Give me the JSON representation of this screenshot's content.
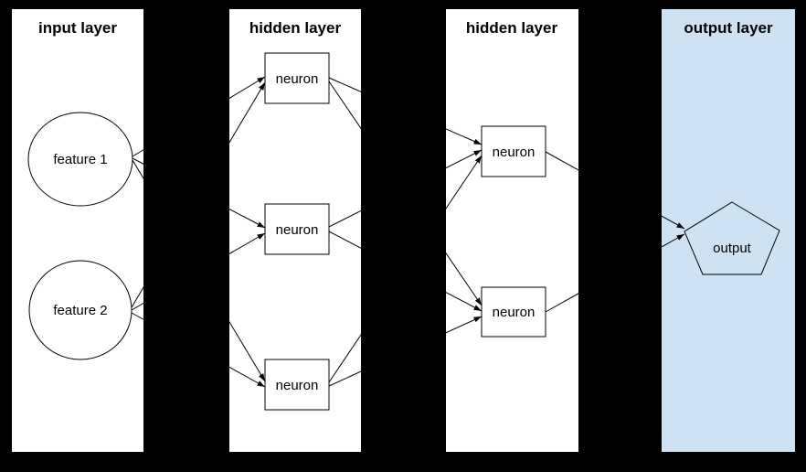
{
  "diagram": {
    "type": "neural-network",
    "colors": {
      "background": "#000000",
      "panel_default": "#ffffff",
      "panel_output": "#cfe2f3",
      "stroke": "#000000"
    },
    "layers": [
      {
        "title": "input layer",
        "bg": "#ffffff",
        "nodes": [
          {
            "id": "feature-1",
            "shape": "circle",
            "label": "feature 1"
          },
          {
            "id": "feature-2",
            "shape": "circle",
            "label": "feature 2"
          }
        ]
      },
      {
        "title": "hidden layer",
        "bg": "#ffffff",
        "nodes": [
          {
            "id": "h1-neuron-1",
            "shape": "rect",
            "label": "neuron"
          },
          {
            "id": "h1-neuron-2",
            "shape": "rect",
            "label": "neuron"
          },
          {
            "id": "h1-neuron-3",
            "shape": "rect",
            "label": "neuron"
          }
        ]
      },
      {
        "title": "hidden layer",
        "bg": "#ffffff",
        "nodes": [
          {
            "id": "h2-neuron-1",
            "shape": "rect",
            "label": "neuron"
          },
          {
            "id": "h2-neuron-2",
            "shape": "rect",
            "label": "neuron"
          }
        ]
      },
      {
        "title": "output layer",
        "bg": "#cfe2f3",
        "nodes": [
          {
            "id": "output",
            "shape": "pentagon",
            "label": "output"
          }
        ]
      }
    ],
    "connections": [
      {
        "from": "feature-1",
        "to": "h1-neuron-1"
      },
      {
        "from": "feature-1",
        "to": "h1-neuron-2"
      },
      {
        "from": "feature-1",
        "to": "h1-neuron-3"
      },
      {
        "from": "feature-2",
        "to": "h1-neuron-1"
      },
      {
        "from": "feature-2",
        "to": "h1-neuron-2"
      },
      {
        "from": "feature-2",
        "to": "h1-neuron-3"
      },
      {
        "from": "h1-neuron-1",
        "to": "h2-neuron-1"
      },
      {
        "from": "h1-neuron-1",
        "to": "h2-neuron-2"
      },
      {
        "from": "h1-neuron-2",
        "to": "h2-neuron-1"
      },
      {
        "from": "h1-neuron-2",
        "to": "h2-neuron-2"
      },
      {
        "from": "h1-neuron-3",
        "to": "h2-neuron-1"
      },
      {
        "from": "h1-neuron-3",
        "to": "h2-neuron-2"
      },
      {
        "from": "h2-neuron-1",
        "to": "output"
      },
      {
        "from": "h2-neuron-2",
        "to": "output"
      }
    ]
  }
}
